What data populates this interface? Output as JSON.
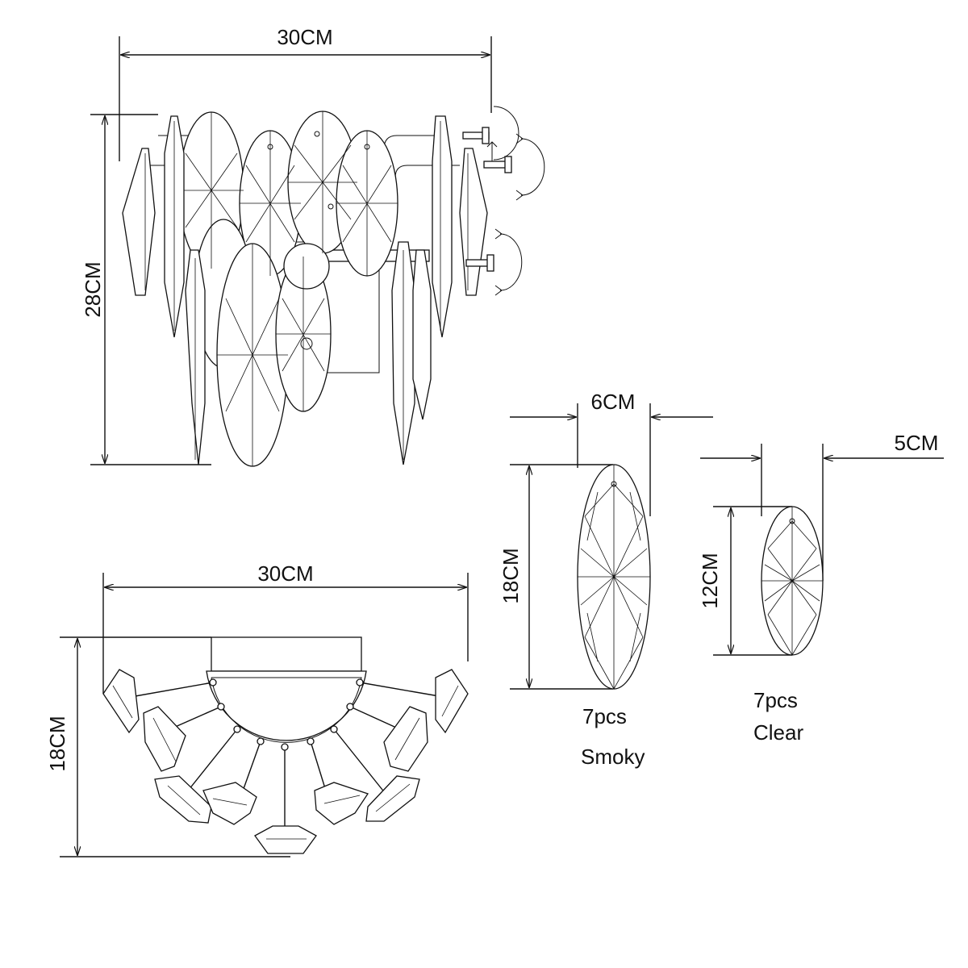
{
  "front_view": {
    "width_label": "30CM",
    "height_label": "28CM"
  },
  "top_view": {
    "width_label": "30CM",
    "depth_label": "18CM"
  },
  "smoky_crystal": {
    "width_label": "6CM",
    "height_label": "18CM",
    "quantity_label": "7pcs",
    "color_label": "Smoky"
  },
  "clear_crystal": {
    "width_label": "5CM",
    "height_label": "12CM",
    "quantity_label": "7pcs",
    "color_label": "Clear"
  }
}
